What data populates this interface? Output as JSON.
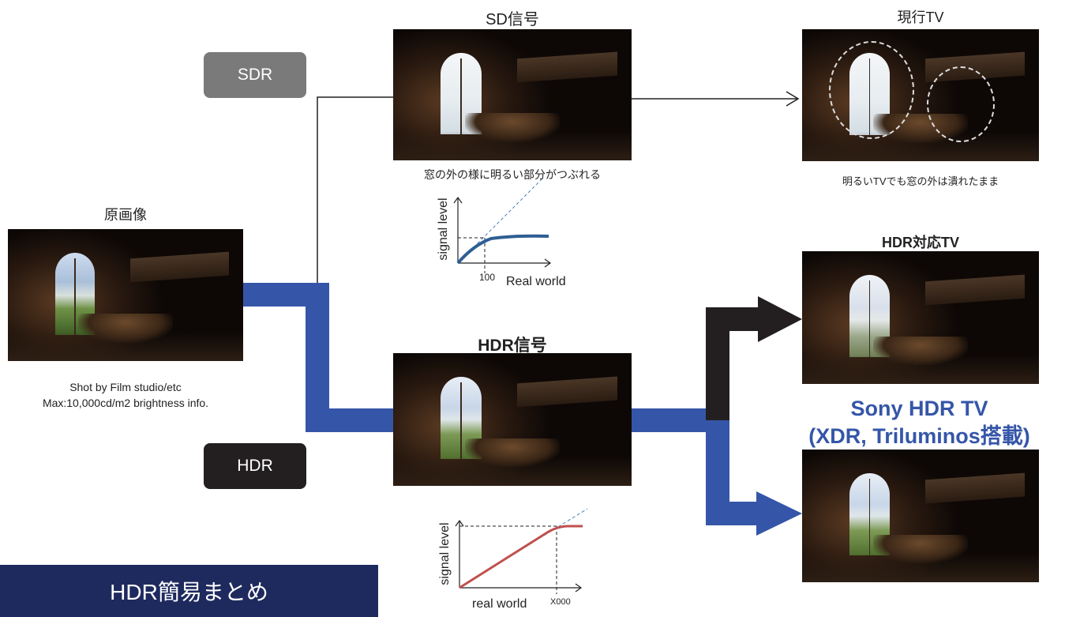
{
  "labels": {
    "original_title": "原画像",
    "original_caption_line1": "Shot by Film studio/etc",
    "original_caption_line2": "Max:10,000cd/m2 brightness info.",
    "sdr_tag": "SDR",
    "hdr_tag": "HDR",
    "sd_signal_title": "SD信号",
    "sd_signal_caption": "窓の外の様に明るい部分がつぶれる",
    "hdr_signal_title": "HDR信号",
    "current_tv_title": "現行TV",
    "current_tv_caption": "明るいTVでも窓の外は潰れたまま",
    "hdr_tv_title": "HDR対応TV",
    "sony_line1": "Sony HDR TV",
    "sony_line2": "(XDR, Triluminos搭載)",
    "banner": "HDR簡易まとめ"
  },
  "sdr_graph": {
    "ylabel": "signal level",
    "xlabel": "Real world",
    "knee_label": "100"
  },
  "hdr_graph": {
    "ylabel": "signal level",
    "xlabel": "real world",
    "knee_label": "X000"
  },
  "colors": {
    "hdr_path": "#3556a8",
    "sdr_tag_bg": "#7a7a7a",
    "hdr_tag_bg": "#231f20",
    "hdr_tv_arrow": "#231f20",
    "sony_text": "#3556a8",
    "banner_bg": "#1e2a5e",
    "sdr_curve": "#2e5e94",
    "hdr_curve": "#c0504d",
    "reference_line": "#4a7fc1"
  }
}
